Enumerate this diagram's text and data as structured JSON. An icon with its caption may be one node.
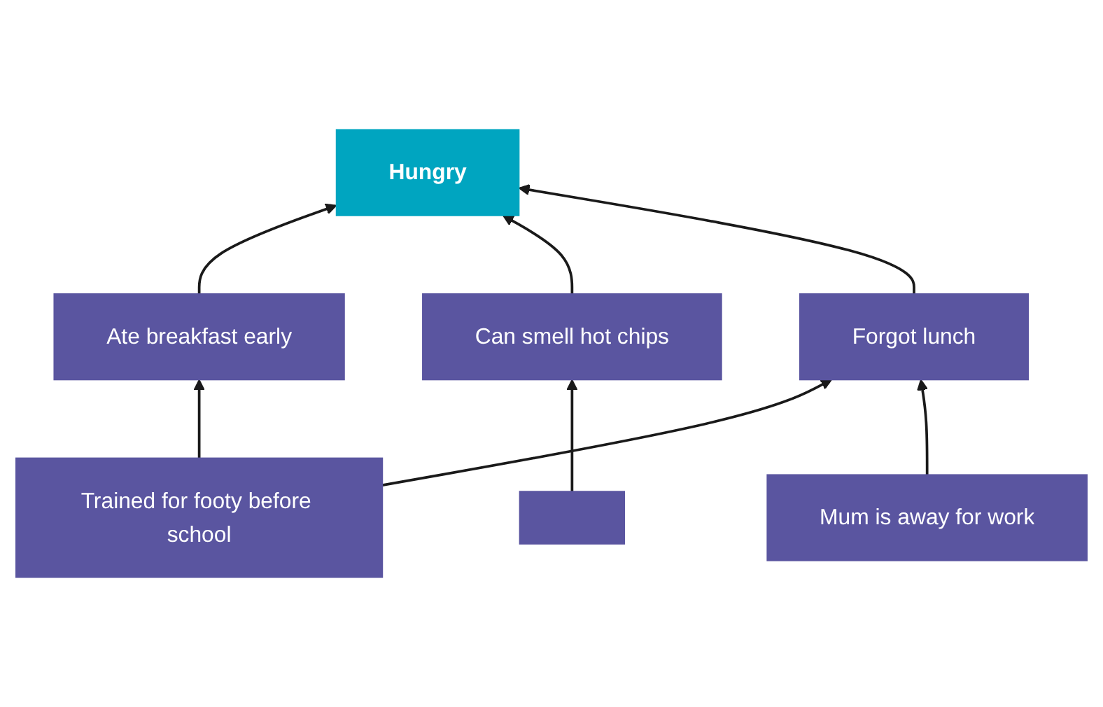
{
  "diagram": {
    "nodes": [
      {
        "text": [
          "Trained for footy before school"
        ]
      },
      {
        "text": [
          "Ate breakfast early"
        ]
      },
      {
        "text": [
          "Hungry"
        ]
      },
      {
        "text": [
          "Can smell hot chips"
        ]
      },
      {
        "text": [
          "Forgot lunch"
        ]
      },
      {
        "text": [],
        "shape": "box"
      },
      {
        "text": [
          "Mum is away for work"
        ]
      }
    ],
    "edges": [
      {
        "from": 0,
        "to": 1,
        "arrow": "to"
      },
      {
        "from": 0,
        "to": 4,
        "arrow": "to"
      },
      {
        "from": 1,
        "to": 2,
        "arrow": "to"
      },
      {
        "from": 3,
        "to": 2,
        "arrow": "to"
      },
      {
        "from": 4,
        "to": 2,
        "arrow": "to"
      },
      {
        "from": 5,
        "to": 3,
        "arrow": "to"
      },
      {
        "from": 6,
        "to": 4,
        "arrow": "to"
      }
    ]
  }
}
